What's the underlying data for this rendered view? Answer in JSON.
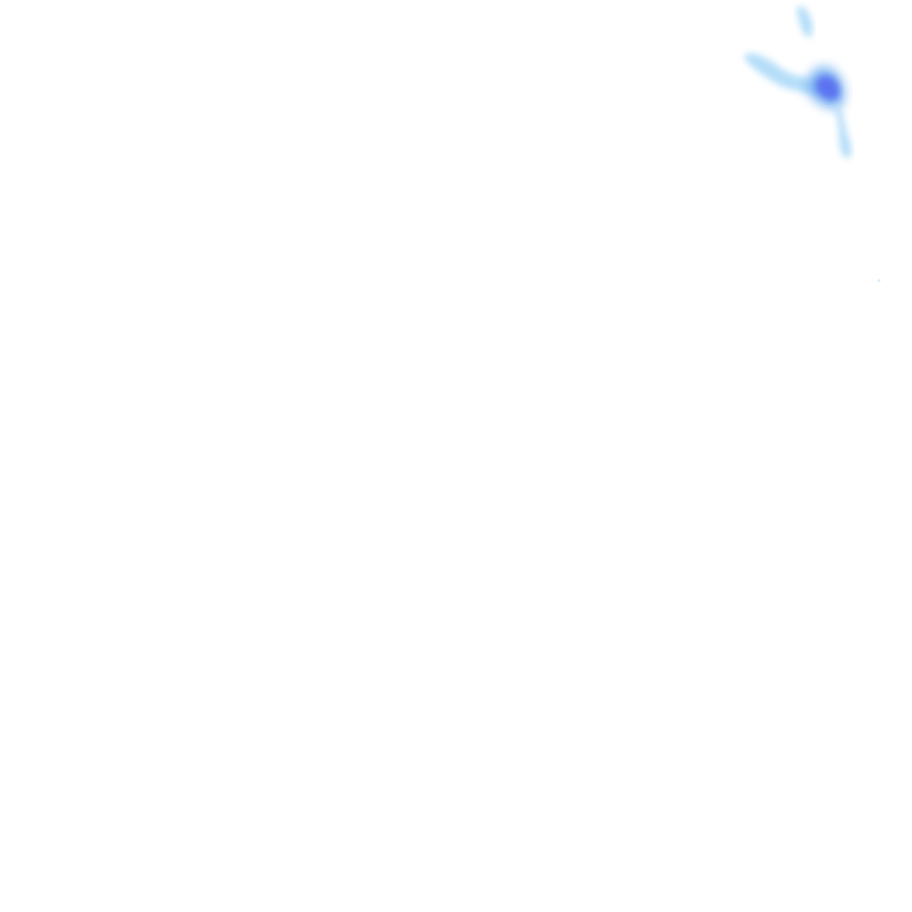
{
  "tile": {
    "background_color": "#ffffff",
    "layer_kind": "precipitation-radar-overlay",
    "colors": {
      "light": "#a8d8f8",
      "medium": "#79b4f2",
      "heavy": "#5a6ff0"
    },
    "regions": [
      {
        "name": "echo-streak-north",
        "intensity": "light"
      },
      {
        "name": "echo-band-west-arm",
        "intensity": "light"
      },
      {
        "name": "echo-band-core-halo",
        "intensity": "medium"
      },
      {
        "name": "echo-band-core",
        "intensity": "heavy"
      },
      {
        "name": "echo-band-south-tail",
        "intensity": "light"
      }
    ]
  }
}
